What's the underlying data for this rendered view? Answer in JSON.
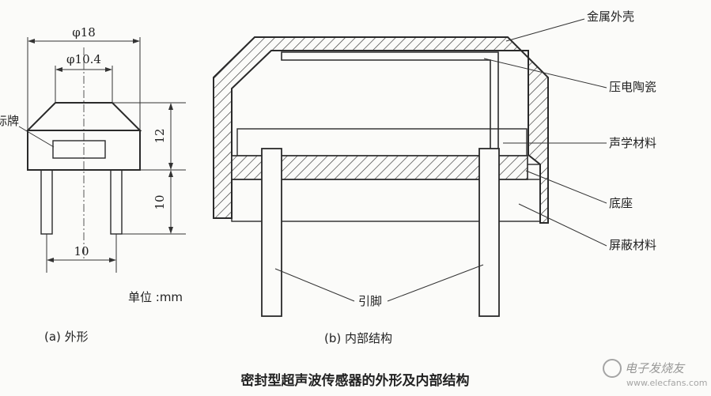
{
  "outline": {
    "dim_outer_dia": "φ18",
    "dim_inner_dia": "φ10.4",
    "dim_top_height": "12",
    "dim_pin_length": "10",
    "dim_pin_spacing": "10",
    "nameplate_label": "标牌",
    "unit_label": "单位 :mm",
    "caption": "(a) 外形"
  },
  "internal": {
    "labels": {
      "metal_shell": "金属外壳",
      "piezo_ceramic": "压电陶瓷",
      "acoustic_material": "声学材料",
      "base": "底座",
      "shield_material": "屏蔽材料",
      "pins": "引脚"
    },
    "caption": "(b) 内部结构"
  },
  "figure_title": "密封型超声波传感器的外形及内部结构",
  "watermark": {
    "text": "电子发烧友",
    "url": "www.elecfans.com"
  }
}
